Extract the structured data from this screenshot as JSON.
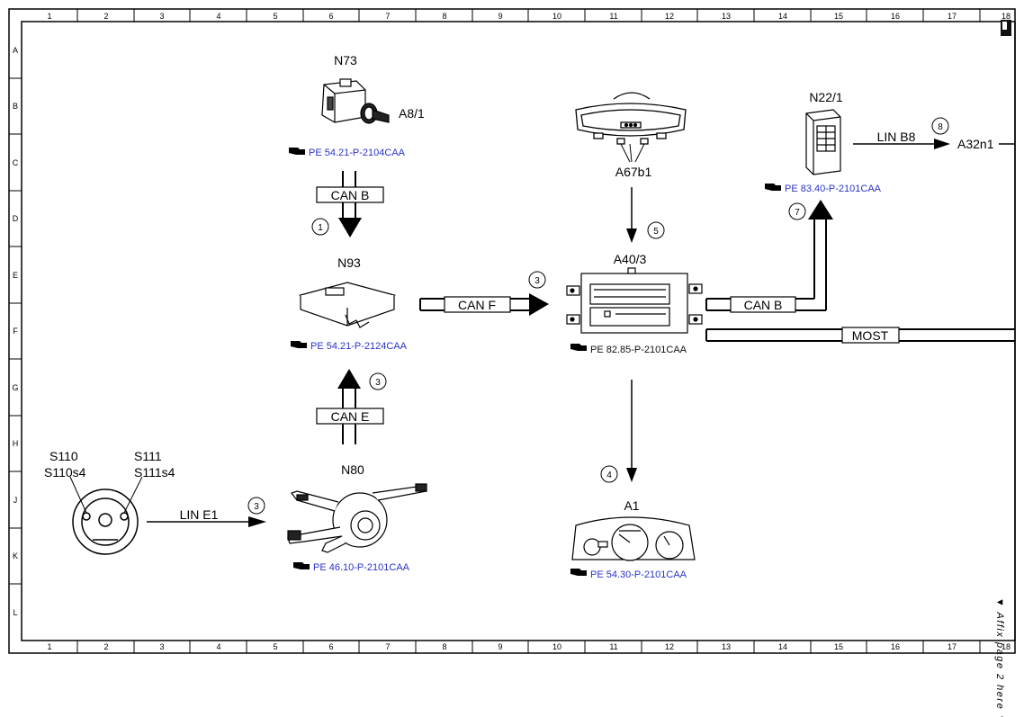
{
  "columns": [
    "1",
    "2",
    "3",
    "4",
    "5",
    "6",
    "7",
    "8",
    "9",
    "10",
    "11",
    "12",
    "13",
    "14",
    "15",
    "16",
    "17",
    "18"
  ],
  "rows": [
    "A",
    "B",
    "C",
    "D",
    "E",
    "F",
    "G",
    "H",
    "J",
    "K",
    "L"
  ],
  "components": {
    "n73": {
      "name": "N73",
      "sub": "A8/1",
      "ref": "PE 54.21-P-2104CAA"
    },
    "n93": {
      "name": "N93",
      "ref": "PE 54.21-P-2124CAA"
    },
    "n80": {
      "name": "N80",
      "ref": "PE 46.10-P-2101CAA"
    },
    "a67b1": {
      "name": "A67b1"
    },
    "a40_3": {
      "name": "A40/3",
      "ref": "PE 82.85-P-2101CAA"
    },
    "a1": {
      "name": "A1",
      "ref": "PE 54.30-P-2101CAA"
    },
    "n22_1": {
      "name": "N22/1",
      "ref": "PE 83.40-P-2101CAA"
    },
    "a32n1": {
      "name": "A32n1"
    },
    "steering": {
      "s110": "S110",
      "s110s4": "S110s4",
      "s111": "S111",
      "s111s4": "S111s4"
    }
  },
  "buses": {
    "can_b_top": "CAN B",
    "can_e": "CAN E",
    "can_f": "CAN F",
    "can_b_right": "CAN B",
    "most": "MOST",
    "lin_e1": "LIN E1",
    "lin_b8": "LIN B8"
  },
  "markers": {
    "m1": "1",
    "m3a": "3",
    "m3b": "3",
    "m3c": "3",
    "m4": "4",
    "m5": "5",
    "m7": "7",
    "m8": "8"
  },
  "side_note": "▼ Affix page 2 here ▼"
}
